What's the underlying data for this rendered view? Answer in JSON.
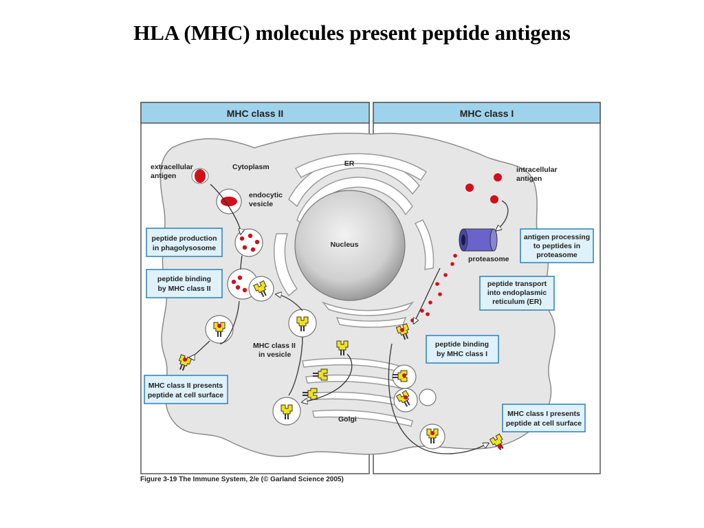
{
  "title": "HLA (MHC) molecules present peptide antigens",
  "panels": {
    "left_header": "MHC class II",
    "right_header": "MHC class I"
  },
  "labels": {
    "extracellular": [
      "extracellular",
      "antigen"
    ],
    "cytoplasm": "Cytoplasm",
    "endocytic": [
      "endocytic",
      "vesicle"
    ],
    "er": "ER",
    "nucleus": "Nucleus",
    "intracellular": [
      "intracellular",
      "antigen"
    ],
    "proteasome": "proteasome",
    "mhc2_vesicle": [
      "MHC class II",
      "in vesicle"
    ],
    "golgi": "Golgi"
  },
  "boxes": {
    "peptide_production": [
      "peptide production",
      "in phagolysosome"
    ],
    "peptide_binding_2": [
      "peptide binding",
      "by MHC class II"
    ],
    "mhc2_presents": [
      "MHC class II presents",
      "peptide at cell surface"
    ],
    "antigen_processing": [
      "antigen processing",
      "to peptides in",
      "proteasome"
    ],
    "peptide_transport": [
      "peptide transport",
      "into endoplasmic",
      "reticulum (ER)"
    ],
    "peptide_binding_1": [
      "peptide binding",
      "by MHC class I"
    ],
    "mhc1_presents": [
      "MHC class I presents",
      "peptide at cell surface"
    ]
  },
  "caption": "Figure 3-19 The Immune System, 2/e (© Garland Science 2005)",
  "colors": {
    "header_fill": "#9fd3ec",
    "box_fill": "#dff1fa",
    "box_stroke": "#2a7fb8",
    "cell_fill": "#e6e6e6",
    "antigen_red": "#d0101a",
    "mhc_yellow": "#f2e21a",
    "proteasome_purple": "#6b63c9"
  }
}
